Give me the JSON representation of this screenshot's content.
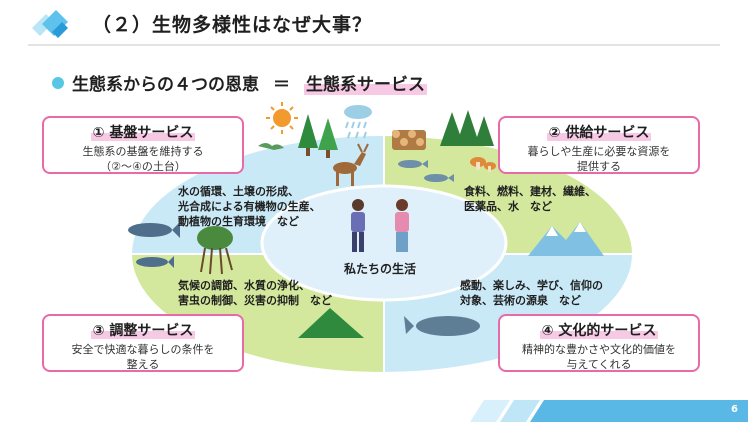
{
  "header": {
    "title": "（２）生物多様性はなぜ大事？"
  },
  "subtitle": {
    "text": "生態系からの４つの恩恵",
    "equals": "＝",
    "highlight": "生態系サービス"
  },
  "center": {
    "label": "私たちの生活"
  },
  "services": {
    "base": {
      "title": "① 基盤サービス",
      "desc_line1": "生態系の基盤を維持する",
      "desc_line2": "（②～④の土台）"
    },
    "provision": {
      "title": "② 供給サービス",
      "desc_line1": "暮らしや生産に必要な資源を",
      "desc_line2": "提供する"
    },
    "regulation": {
      "title": "③ 調整サービス",
      "desc_line1": "安全で快適な暮らしの条件を",
      "desc_line2": "整える"
    },
    "culture": {
      "title": "④ 文化的サービス",
      "desc_line1": "精神的な豊かさや文化的価値を",
      "desc_line2": "与えてくれる"
    }
  },
  "quadrant_text": {
    "top_left_1": "水の循環、土壌の形成、",
    "top_left_2": "光合成による有機物の生産、",
    "top_left_3": "動植物の生育環境　など",
    "top_right_1": "食料、燃料、建材、繊維、",
    "top_right_2": "医薬品、水　など",
    "bottom_left_1": "気候の調節、水質の浄化、",
    "bottom_left_2": "害虫の制御、災害の抑制　など",
    "bottom_right_1": "感動、楽しみ、学び、信仰の",
    "bottom_right_2": "対象、芸術の源泉　など"
  },
  "footer": {
    "page_number": "6"
  },
  "colors": {
    "box_border": "#e86aa8",
    "highlight": "#f7c9e4",
    "ellipse_blue": "#c9e9f7",
    "ellipse_green": "#d3e89c",
    "bullet": "#58c7e6",
    "footer_blue": "#5ab8e6"
  },
  "icons": [
    "logo-icon",
    "sun-icon",
    "rain-cloud-icon",
    "tree-icon",
    "bird-icon",
    "deer-icon",
    "logs-icon",
    "fish-icon",
    "mushroom-icon",
    "people-icon",
    "mountain-icon",
    "whale-icon",
    "mangrove-icon"
  ]
}
